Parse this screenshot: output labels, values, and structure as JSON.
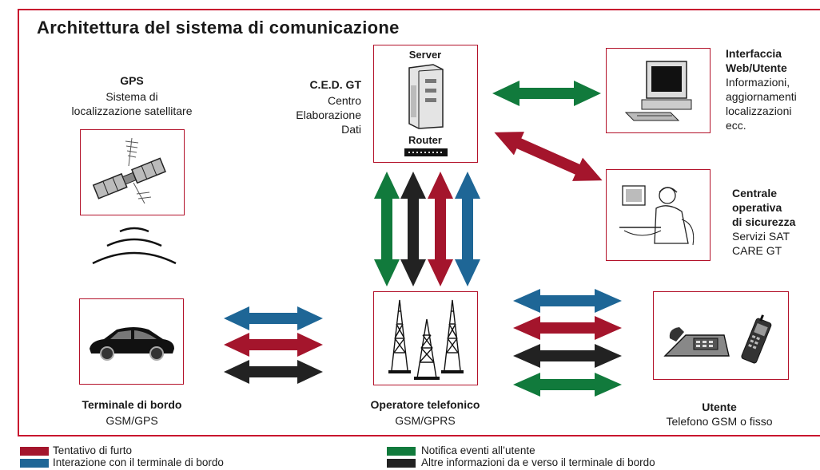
{
  "title": "Architettura del sistema di comunicazione",
  "gps": {
    "title": "GPS",
    "line1": "Sistema di",
    "line2": "localizzazione satellitare"
  },
  "ced": {
    "title": "C.E.D. GT",
    "line1": "Centro",
    "line2": "Elaborazione",
    "line3": "Dati",
    "server": "Server",
    "router": "Router"
  },
  "web": {
    "title1": "Interfaccia",
    "title2": "Web/Utente",
    "line1": "Informazioni,",
    "line2": "aggiornamenti",
    "line3": "localizzazioni",
    "line4": "ecc."
  },
  "centrale": {
    "title1": "Centrale",
    "title2": "operativa",
    "title3": "di sicurezza",
    "line1": "Servizi SAT",
    "line2": "CARE GT"
  },
  "terminale": {
    "title": "Terminale di bordo",
    "sub": "GSM/GPS"
  },
  "operatore": {
    "title": "Operatore telefonico",
    "sub": "GSM/GPRS"
  },
  "utente": {
    "title": "Utente",
    "sub": "Telefono GSM o fisso"
  },
  "legend": [
    {
      "label": "Tentativo di furto",
      "color": "#a4152c"
    },
    {
      "label": "Interazione con il terminale di bordo",
      "color": "#1e6696"
    },
    {
      "label": "Notifica eventi all’utente",
      "color": "#117a3c"
    },
    {
      "label": "Altre informazioni da e verso il terminale di bordo",
      "color": "#222222"
    }
  ],
  "colors": {
    "red": "#a4152c",
    "blue": "#1e6696",
    "green": "#117a3c",
    "black": "#222222",
    "frame": "#c8102e"
  }
}
